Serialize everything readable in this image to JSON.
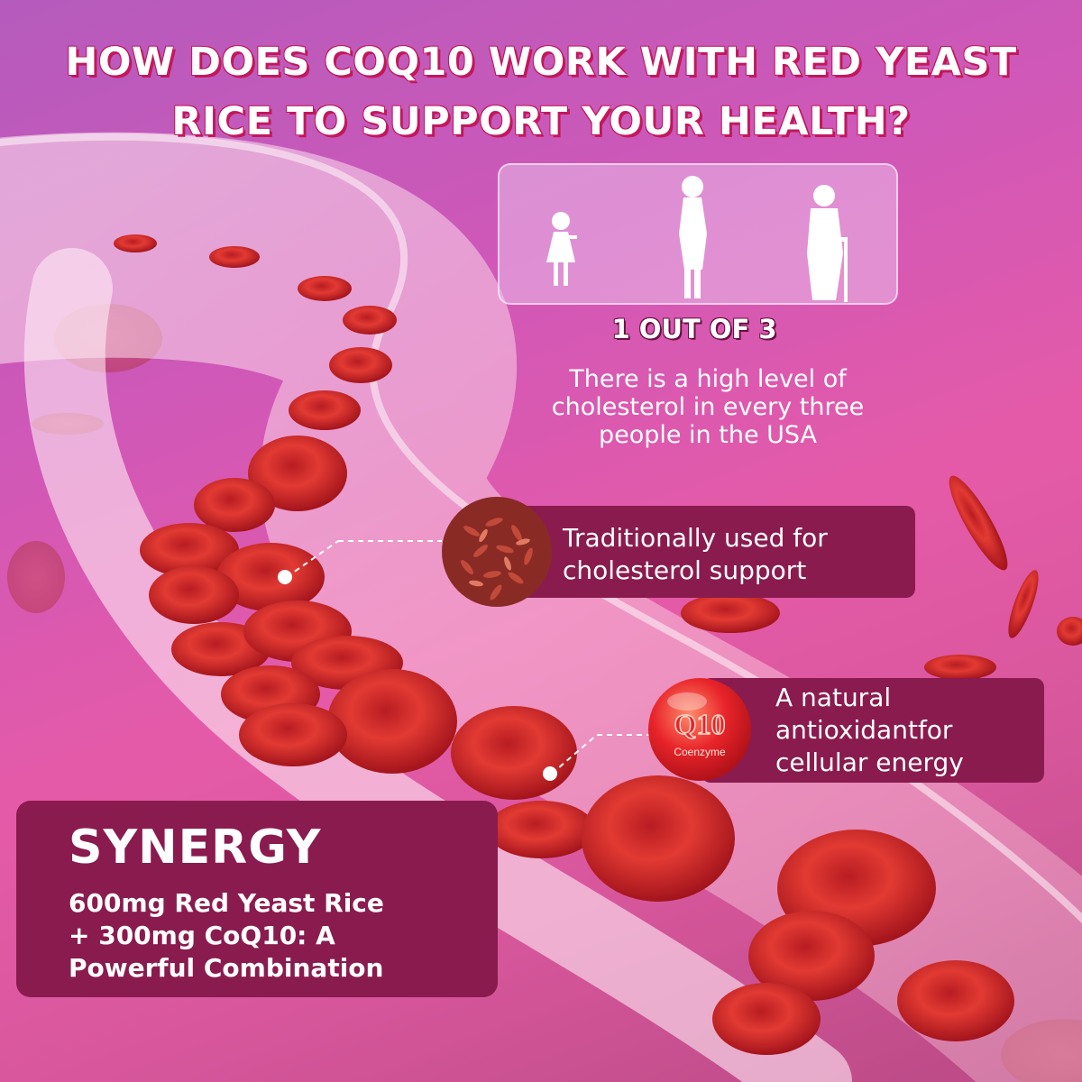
{
  "headline": {
    "line1": "HOW DOES COQ10 WORK WITH RED YEAST",
    "line2": "RICE TO SUPPORT YOUR HEALTH?"
  },
  "stat": {
    "label": "1 OUT OF 3",
    "description": "There is a high level of cholesterol in every three people in the USA"
  },
  "callouts": [
    {
      "icon": "red-yeast-rice-icon",
      "text": "Traditionally used for cholesterol support"
    },
    {
      "icon": "q10-coenzyme-icon",
      "badge_title": "Q10",
      "badge_sub": "Coenzyme",
      "text": "A natural antioxidantfor cellular energy"
    }
  ],
  "synergy": {
    "title": "SYNERGY",
    "lines": [
      "600mg Red Yeast Rice",
      "+ 300mg CoQ10: A",
      "Powerful Combination"
    ]
  },
  "colors": {
    "panel": "#8a1b4e",
    "accent_pink": "#c2185b",
    "blood_red": "#d8262b"
  }
}
